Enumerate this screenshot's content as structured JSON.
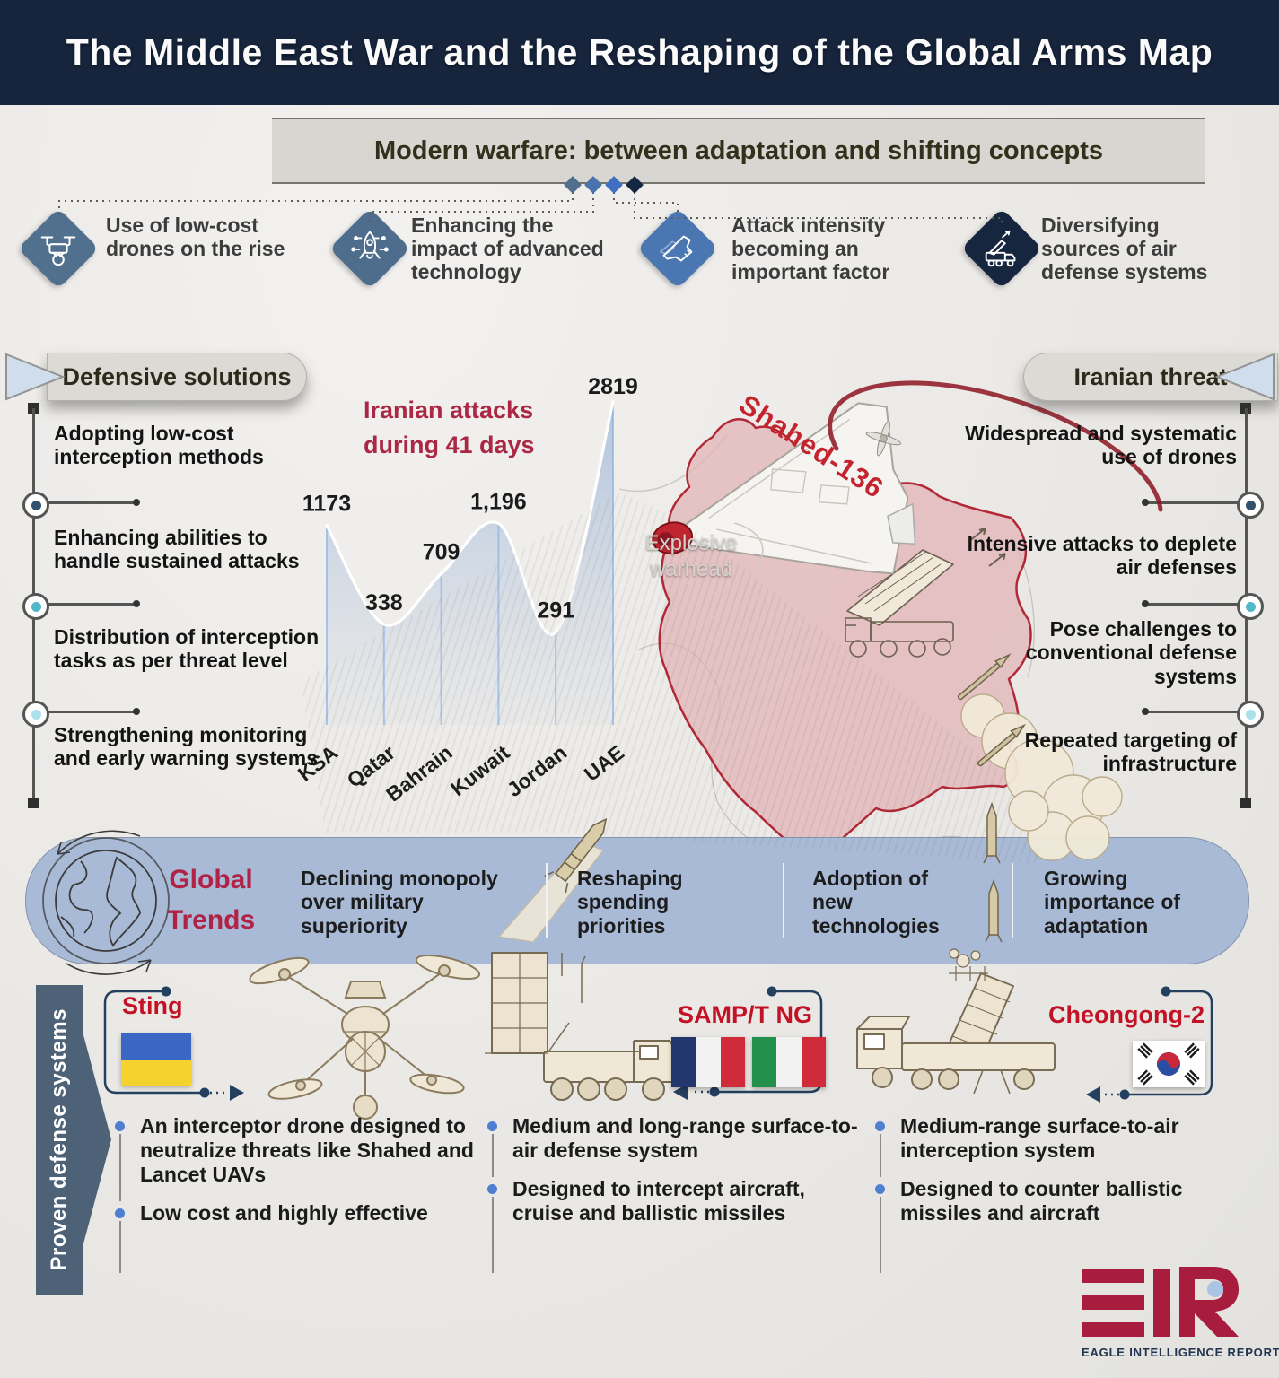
{
  "header": {
    "title": "The Middle East War and the Reshaping of the Global Arms Map"
  },
  "subtitle": "Modern warfare: between adaptation and shifting concepts",
  "concepts": [
    {
      "label": "Use of low-cost drones on the rise",
      "icon": "drone-icon"
    },
    {
      "label": "Enhancing the impact of advanced technology",
      "icon": "rocket-icon"
    },
    {
      "label": "Attack intensity becoming an important factor",
      "icon": "attack-drone-icon"
    },
    {
      "label": "Diversifying sources of air defense systems",
      "icon": "missile-launcher-icon"
    }
  ],
  "defensive_solutions": {
    "title": "Defensive solutions",
    "items": [
      "Adopting low-cost interception methods",
      "Enhancing abilities to handle sustained attacks",
      "Distribution of interception tasks as per threat level",
      "Strengthening monitoring and early warning systems"
    ]
  },
  "iranian_threat": {
    "title": "Iranian threat",
    "items": [
      "Widespread and systematic use of drones",
      "Intensive attacks to deplete air defenses",
      "Pose challenges to conventional defense systems",
      "Repeated targeting of infrastructure"
    ]
  },
  "chart_data": {
    "type": "area",
    "title": "Iranian attacks during 41 days",
    "categories": [
      "KSA",
      "Qatar",
      "Bahrain",
      "Kuwait",
      "Jordan",
      "UAE"
    ],
    "values": [
      1173,
      338,
      709,
      1196,
      291,
      2819
    ],
    "value_labels": [
      "1173",
      "338",
      "709",
      "1,196",
      "291",
      "2819"
    ],
    "xlabel": "",
    "ylabel": "",
    "ylim": [
      0,
      2819
    ],
    "grid": false,
    "legend": false,
    "style": "smooth area curve, white line, light-blue fill, vertical guide line per category, labels rotated -38deg"
  },
  "map": {
    "drone_label": "Shahed-136",
    "warhead_label": "Explosive warhead",
    "country": "Iran"
  },
  "global_trends": {
    "title_top": "Global",
    "title_bottom": "Trends",
    "items": [
      "Declining monopoly over military superiority",
      "Reshaping spending priorities",
      "Adoption of new technologies",
      "Growing importance of adaptation"
    ]
  },
  "proven_defense": {
    "banner": "Proven defense systems",
    "systems": [
      {
        "name": "Sting",
        "country_flags": [
          "ukraine"
        ],
        "bullets": [
          "An interceptor drone designed to neutralize threats like Shahed and Lancet UAVs",
          "Low cost and highly effective"
        ]
      },
      {
        "name": "SAMP/T NG",
        "country_flags": [
          "france",
          "italy"
        ],
        "bullets": [
          "Medium and long-range surface-to-air defense system",
          "Designed to intercept aircraft, cruise and ballistic missiles"
        ]
      },
      {
        "name": "Cheongong-2",
        "country_flags": [
          "south-korea"
        ],
        "bullets": [
          "Medium-range surface-to-air interception system",
          "Designed to counter ballistic missiles and aircraft"
        ]
      }
    ]
  },
  "footer": {
    "brand": "EAGLE INTELLIGENCE REPORTS"
  },
  "colors": {
    "navy": "#16243c",
    "crimson": "#ab2746",
    "red": "#c31226",
    "band_blue": "#a9bad7",
    "steel_blue": "#50708e",
    "logo_crimson": "#a81d3e",
    "chart_fill": "#9db9de",
    "iran_fill": "#e7c0c4",
    "iran_border": "#b22836"
  }
}
